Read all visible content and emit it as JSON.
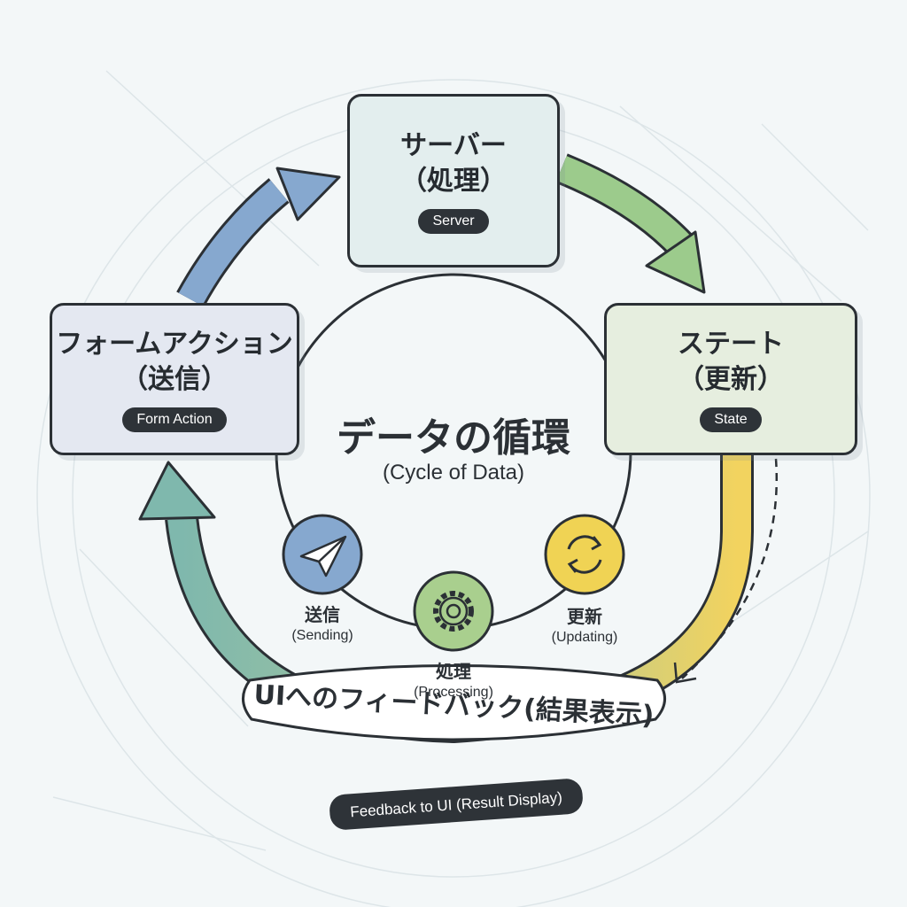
{
  "title": {
    "main": "データの循環",
    "sub": "(Cycle of Data)"
  },
  "nodes": {
    "server": {
      "title_line1": "サーバー",
      "title_line2": "（処理）",
      "pill": "Server"
    },
    "form": {
      "title_line1": "フォームアクション",
      "title_line2": "（送信）",
      "pill": "Form Action"
    },
    "state": {
      "title_line1": "ステート",
      "title_line2": "（更新）",
      "pill": "State"
    }
  },
  "steps": {
    "sending": {
      "jp": "送信",
      "en": "(Sending)",
      "icon": "paper-plane-icon"
    },
    "processing": {
      "jp": "処理",
      "en": "(Processing)",
      "icon": "gear-icon"
    },
    "updating": {
      "jp": "更新",
      "en": "(Updating)",
      "icon": "refresh-icon"
    }
  },
  "feedback": {
    "jp": "UIへのフィードバック(結果表示)",
    "en": "Feedback to UI (Result Display)"
  },
  "colors": {
    "blue_arrow": "#86a8cf",
    "green_arrow": "#9ccb8c",
    "yellow_arrow": "#f2d35f",
    "teal_arrow": "#7fb8ad",
    "server_fill": "#e3eeee",
    "form_fill": "#e4e8f1",
    "state_fill": "#e6eedf",
    "outline": "#2b3035"
  }
}
